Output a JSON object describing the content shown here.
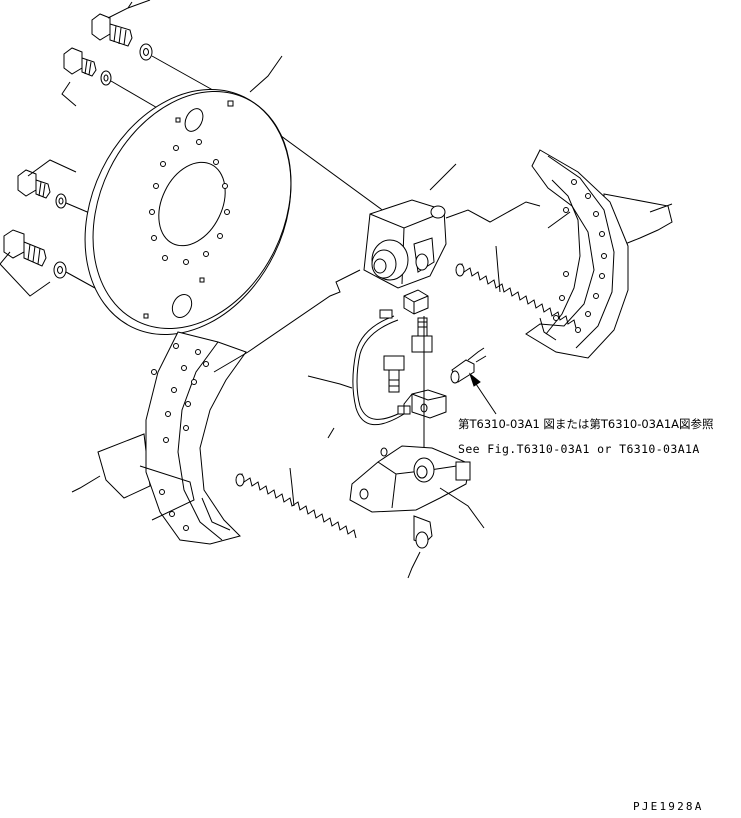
{
  "notes": {
    "reference_ja": "第T6310-03A1 図または第T6310-03A1A図参照",
    "reference_en": "See Fig.T6310-03A1 or T6310-03A1A"
  },
  "drawing_code": "PJE1928A",
  "colors": {
    "line": "#000000",
    "background": "#ffffff"
  }
}
